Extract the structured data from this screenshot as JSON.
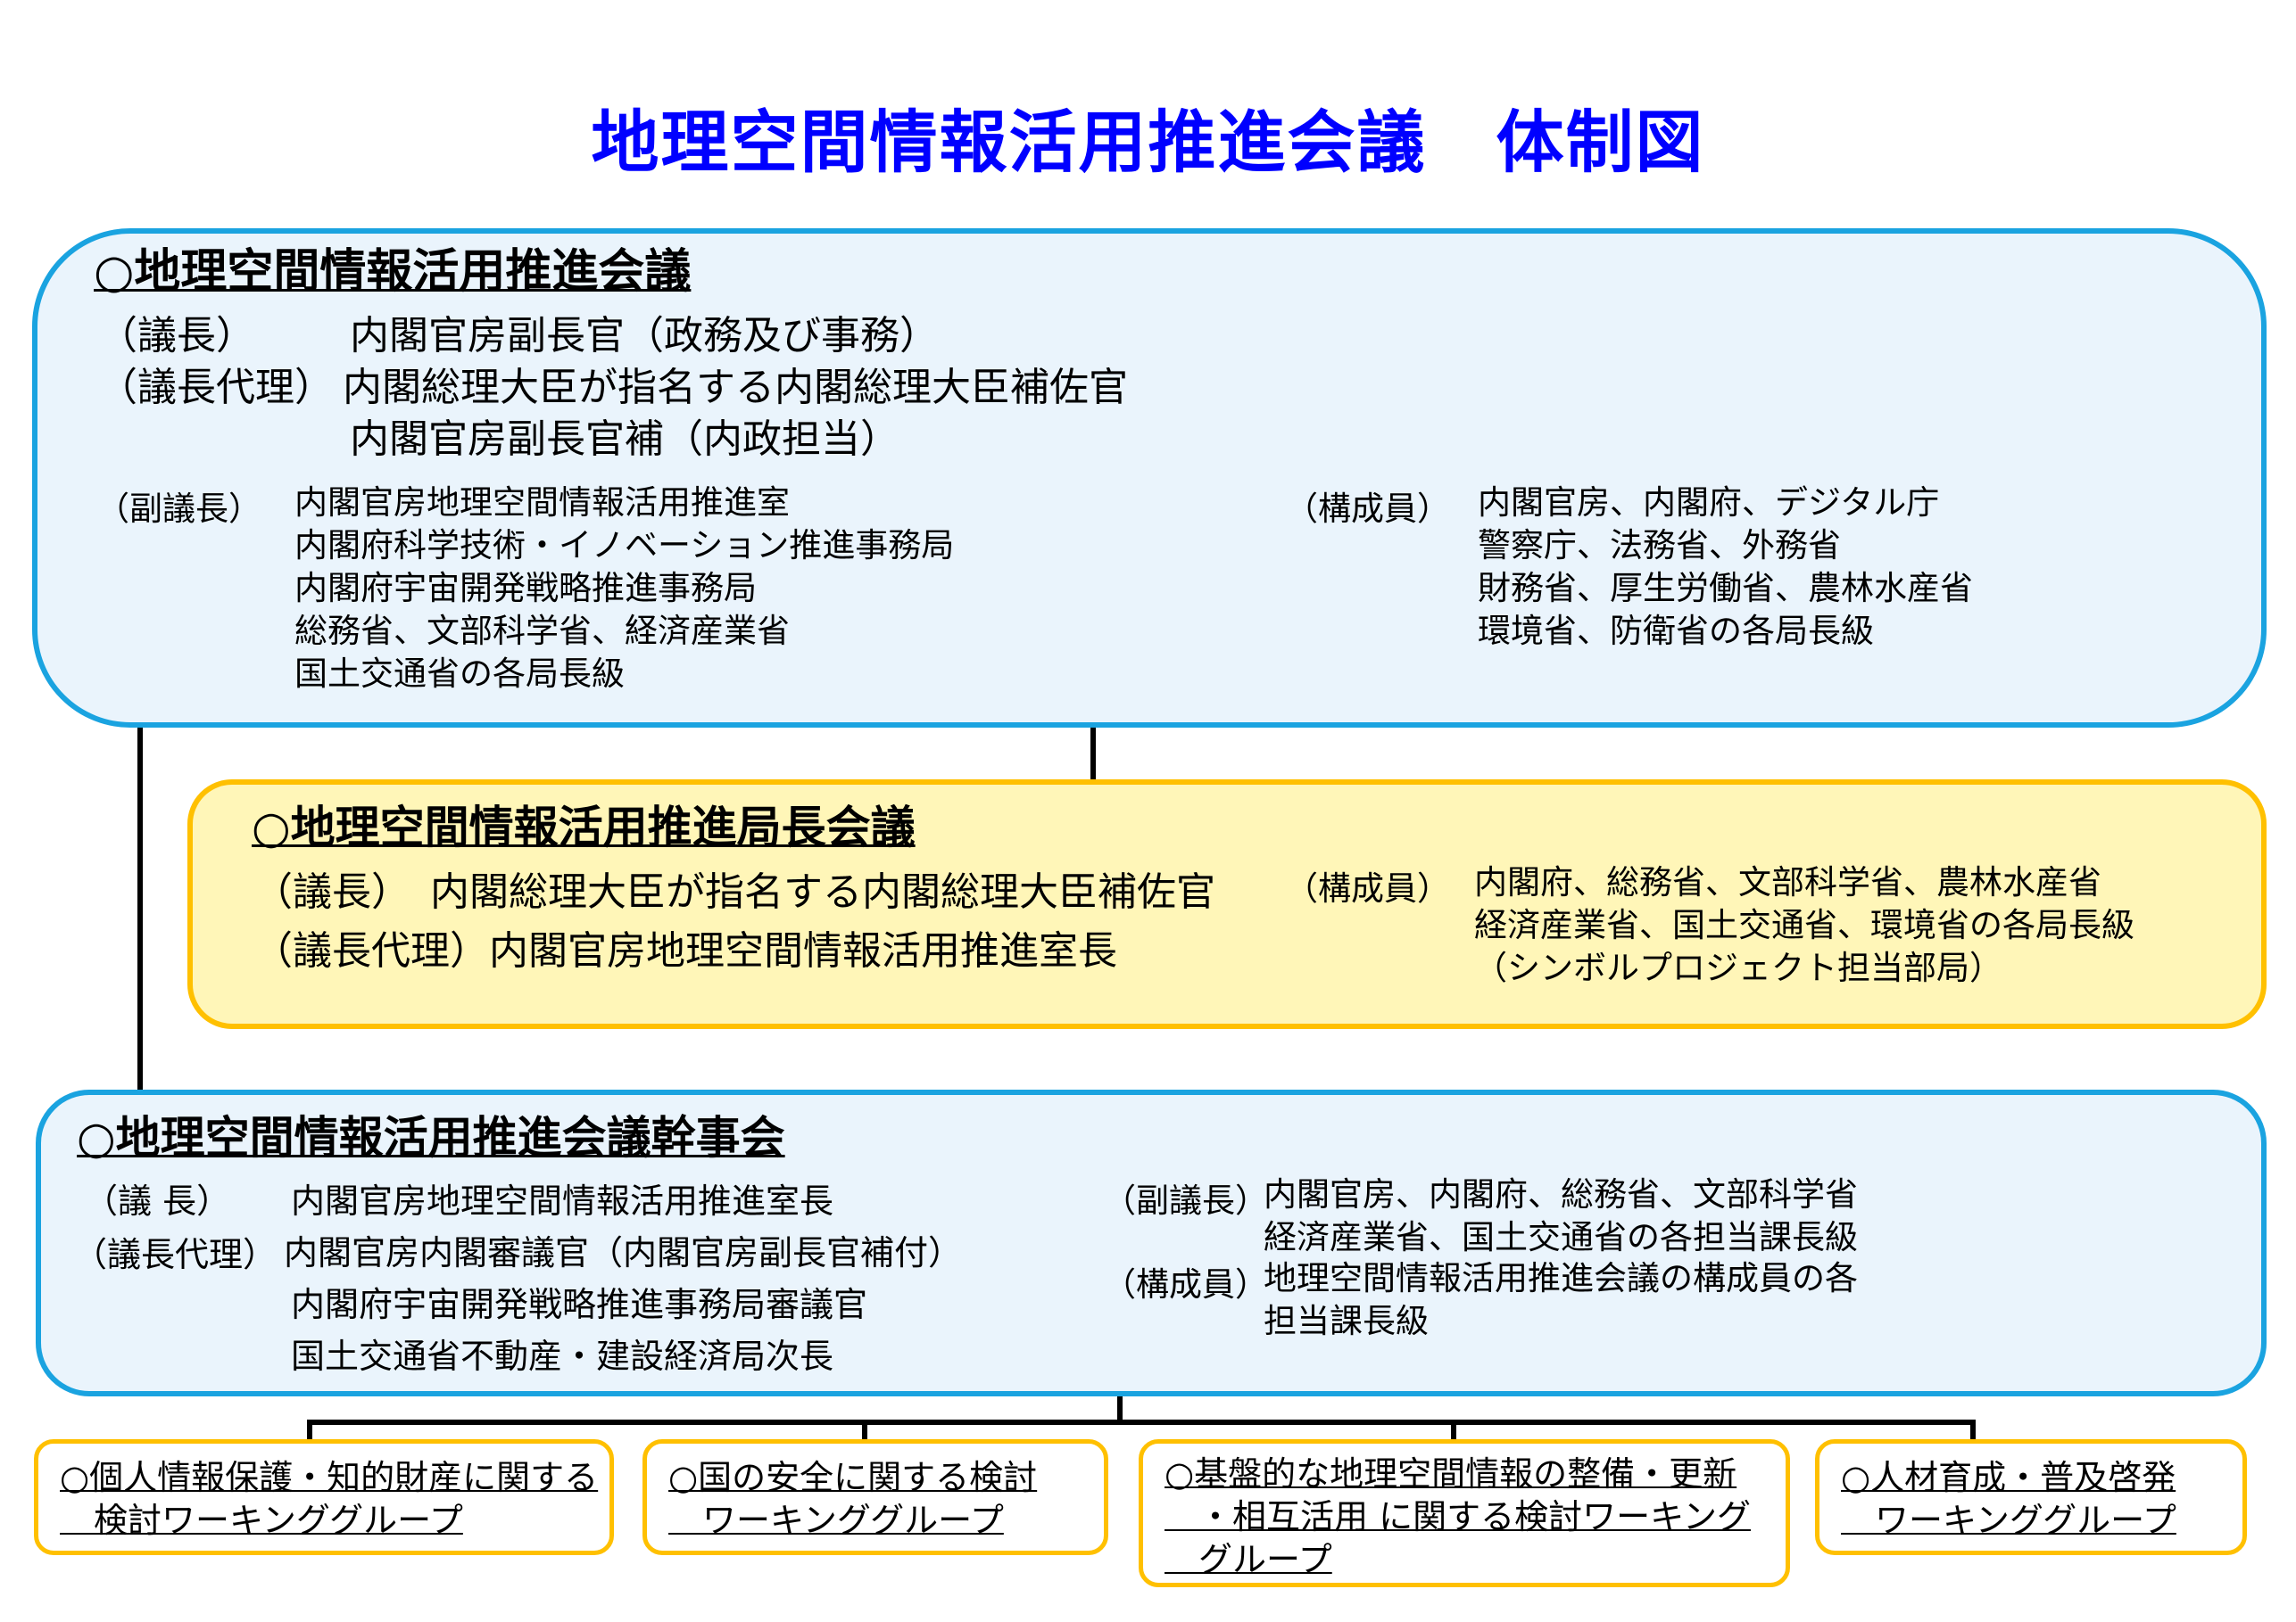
{
  "title": "地理空間情報活用推進会議　体制図",
  "council": {
    "heading": "○地理空間情報活用推進会議",
    "chair_label": "（議長）",
    "chair": "内閣官房副長官（政務及び事務）",
    "deputy_label": "（議長代理）",
    "deputy_1": "内閣総理大臣が指名する内閣総理大臣補佐官",
    "deputy_2": "内閣官房副長官補（内政担当）",
    "vice_label": "（副議長）",
    "vice": [
      "内閣官房地理空間情報活用推進室",
      "内閣府科学技術・イノベーション推進事務局",
      "内閣府宇宙開発戦略推進事務局",
      "総務省、文部科学省、経済産業省",
      "国土交通省の各局長級"
    ],
    "members_label": "（構成員）",
    "members": [
      "内閣官房、内閣府、デジタル庁",
      "警察庁、法務省、外務省",
      "財務省、厚生労働省、農林水産省",
      "環境省、防衛省の各局長級"
    ]
  },
  "directors": {
    "heading": "○地理空間情報活用推進局長会議",
    "chair_line": "（議長）　内閣総理大臣が指名する内閣総理大臣補佐官",
    "deputy_line": "（議長代理）内閣官房地理空間情報活用推進室長",
    "members_label": "（構成員）",
    "members": [
      "内閣府、総務省、文部科学省、農林水産省",
      "経済産業省、国土交通省、環境省の各局長級",
      "（シンボルプロジェクト担当部局）"
    ]
  },
  "secretariat": {
    "heading": "○地理空間情報活用推進会議幹事会",
    "chair_label": "（議 長）",
    "chair": "内閣官房地理空間情報活用推進室長",
    "deputy_label": "（議長代理）",
    "deputy": [
      "内閣官房内閣審議官（内閣官房副長官補付）",
      "内閣府宇宙開発戦略推進事務局審議官",
      "国土交通省不動産・建設経済局次長"
    ],
    "vice_label": "（副議長）",
    "vice": [
      "内閣官房、内閣府、総務省、文部科学省",
      "経済産業省、国土交通省の各担当課長級"
    ],
    "members_label": "（構成員）",
    "members": [
      "地理空間情報活用推進会議の構成員の各",
      "担当課長級"
    ]
  },
  "working_groups": [
    "○個人情報保護・知的財産に関する\n　検討ワーキンググループ",
    "○国の安全に関する検討\n　ワーキンググループ",
    "○基盤的な地理空間情報の整備・更新\n　・相互活用 に関する検討ワーキング\n　グループ",
    "○人材育成・普及啓発\n　ワーキンググループ"
  ],
  "colors": {
    "title": "#0000ff",
    "blue_border": "#1aa3e0",
    "blue_fill": "#eaf4fc",
    "yellow_border": "#ffc000",
    "yellow_fill": "#fff6b8"
  }
}
